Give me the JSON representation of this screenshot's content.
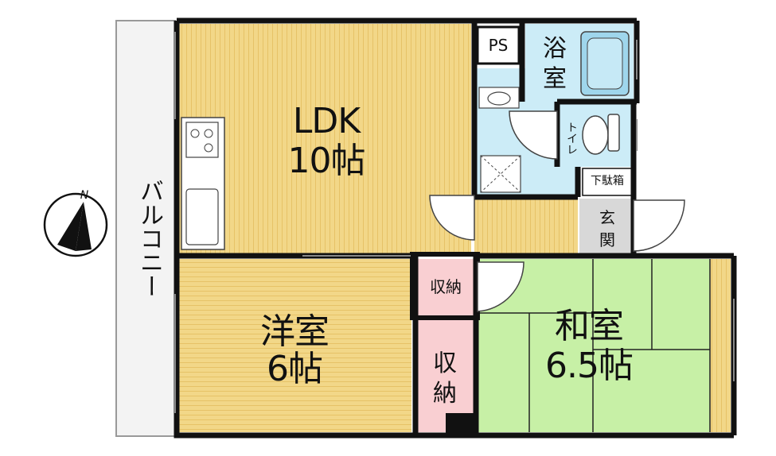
{
  "rooms": {
    "ldk": {
      "name": "LDK",
      "size": "10帖"
    },
    "western": {
      "name": "洋室",
      "size": "6帖"
    },
    "japanese": {
      "name": "和室",
      "size": "6.5帖"
    },
    "bath": {
      "name1": "浴",
      "name2": "室"
    },
    "toilet": {
      "name": "トイレ"
    },
    "ps": {
      "name": "PS"
    },
    "entrance": {
      "name1": "玄",
      "name2": "関"
    },
    "shoe_box": {
      "name": "下駄箱"
    },
    "closet_top": {
      "name": "収納"
    },
    "closet_side": {
      "name1": "収",
      "name2": "納"
    },
    "balcony": {
      "name": "バルコニー"
    }
  },
  "compass": {
    "north": "N"
  },
  "colors": {
    "wood_floor": "#f2d788",
    "wood_line": "#e3bb5c",
    "tatami": "#c7f0a6",
    "wet_area": "#ccecf7",
    "closet": "#f9cfd2",
    "entrance": "#d8d8d8",
    "wall": "#111111",
    "balcony": "#f3f3f3"
  }
}
